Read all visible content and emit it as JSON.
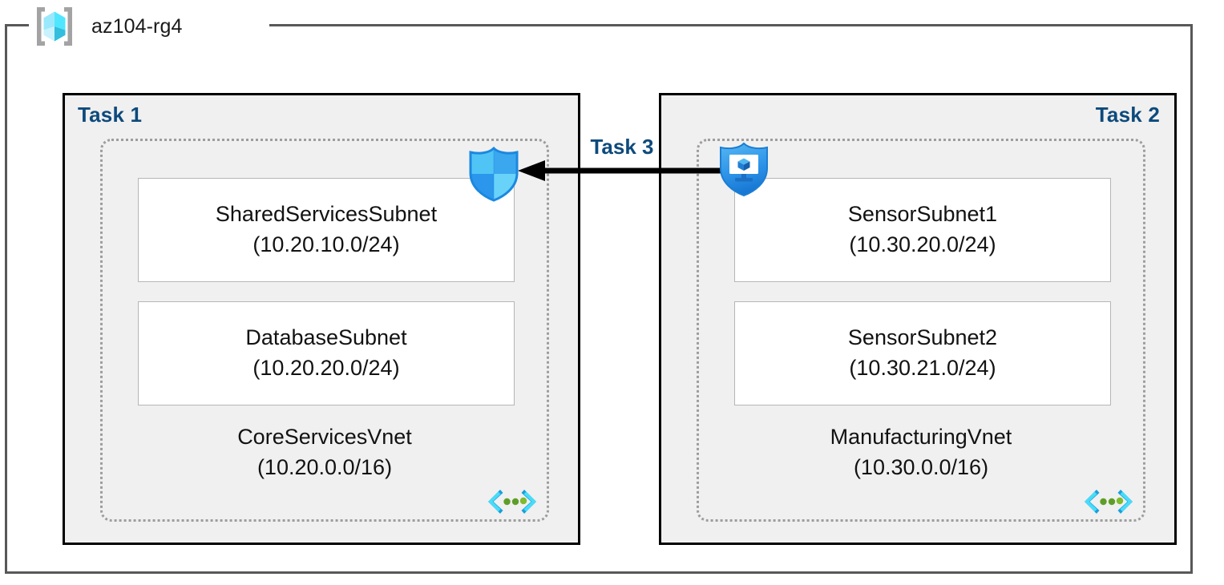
{
  "resource_group": {
    "title": "az104-rg4",
    "icon": "resource-group-cube-icon"
  },
  "colors": {
    "task_label": "#0d4a7c",
    "task_box_border": "#000000",
    "task_box_fill": "#f0f0f0",
    "vnet_dotted_border": "#9d9d9d",
    "subnet_border": "#b6b6b6",
    "subnet_fill": "#ffffff",
    "frame_border": "#585858",
    "arrow": "#000000",
    "cube_cyan_light": "#9ae8fb",
    "cube_cyan_mid": "#50e6ff",
    "cube_cyan_dark": "#32bedd",
    "shield_blue_light": "#50c5f5",
    "shield_blue_mid": "#3ba7ef",
    "shield_blue_dark": "#1b88e0",
    "vnet_green": "#5e9e28",
    "vnet_bracket": "#1a9fd9",
    "vnet_bracket_light": "#50e6ff"
  },
  "tasks": [
    {
      "label": "Task 1",
      "align": "left",
      "vnet": {
        "name": "CoreServicesVnet",
        "cidr": "(10.20.0.0/16)",
        "icon": "virtual-network-icon",
        "subnets": [
          {
            "name": "SharedServicesSubnet",
            "cidr": "(10.20.10.0/24)"
          },
          {
            "name": "DatabaseSubnet",
            "cidr": "(10.20.20.0/24)"
          }
        ]
      }
    },
    {
      "label": "Task 2",
      "align": "right",
      "vnet": {
        "name": "ManufacturingVnet",
        "cidr": "(10.30.0.0/16)",
        "icon": "virtual-network-icon",
        "subnets": [
          {
            "name": "SensorSubnet1",
            "cidr": "(10.30.20.0/24)"
          },
          {
            "name": "SensorSubnet2",
            "cidr": "(10.30.21.0/24)"
          }
        ]
      }
    }
  ],
  "connection": {
    "label": "Task 3",
    "direction": "left",
    "from_icon": "network-security-group-icon",
    "to_icon": "firewall-shield-icon"
  },
  "icons": {
    "firewall": "firewall-shield-icon",
    "nsg": "network-security-group-icon"
  }
}
